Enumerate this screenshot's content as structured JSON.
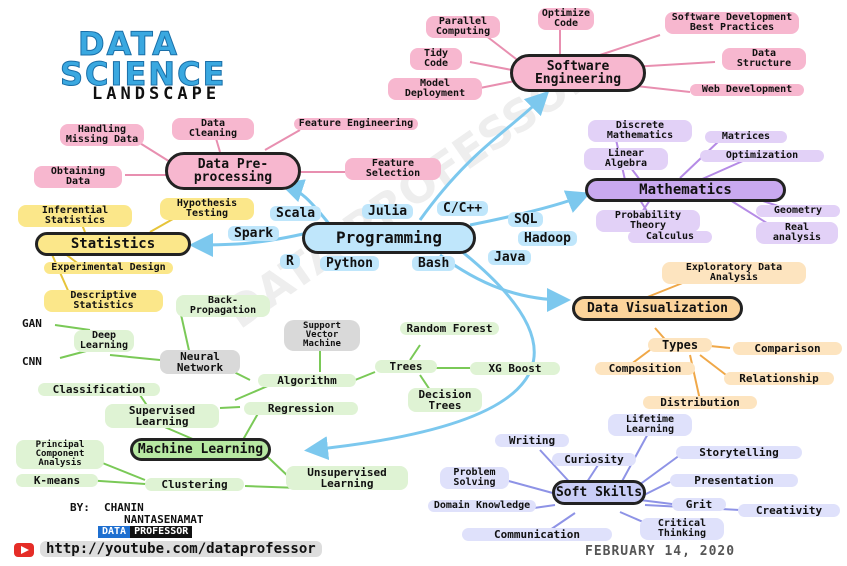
{
  "title": {
    "line1": "DATA",
    "line2": "SCIENCE",
    "line3": "LANDSCAPE"
  },
  "colors": {
    "pink": "#f7b7cf",
    "blue": "#bfe6fb",
    "purple": "#c9a9f0",
    "orange": "#fcd49b",
    "yellow": "#fbe78a",
    "green": "#b7e8a2",
    "gray": "#d9d9d9",
    "indigo": "#c9cdf7",
    "arrow_blue": "#7cc8ee",
    "title_blue": "#3aa8e0"
  },
  "nodes": {
    "programming": "Programming",
    "scala": "Scala",
    "julia": "Julia",
    "cpp": "C/C++",
    "sql": "SQL",
    "spark": "Spark",
    "hadoop": "Hadoop",
    "r": "R",
    "python": "Python",
    "bash": "Bash",
    "java": "Java",
    "software_engineering": "Software Engineering",
    "parallel_computing": "Parallel Computing",
    "optimize_code": "Optimize Code",
    "software_dev_best": "Software Development Best Practices",
    "tidy_code": "Tidy Code",
    "data_structure": "Data Structure",
    "model_deployment": "Model Deployment",
    "web_development": "Web Development",
    "data_preprocessing": "Data Pre-processing",
    "handling_missing": "Handling Missing Data",
    "data_cleaning": "Data Cleaning",
    "feature_engineering": "Feature Engineering",
    "obtaining_data": "Obtaining Data",
    "feature_selection": "Feature Selection",
    "mathematics": "Mathematics",
    "discrete_math": "Discrete Mathematics",
    "matrices": "Matrices",
    "linear_algebra": "Linear Algebra",
    "optimization": "Optimization",
    "probability_theory": "Probability Theory",
    "geometry": "Geometry",
    "calculus": "Calculus",
    "real_analysis": "Real analysis",
    "statistics": "Statistics",
    "inferential_statistics": "Inferential Statistics",
    "hypothesis_testing": "Hypothesis Testing",
    "experimental_design": "Experimental Design",
    "descriptive_statistics": "Descriptive Statistics",
    "data_visualization": "Data Visualization",
    "exploratory_data_analysis": "Exploratory Data Analysis",
    "types": "Types",
    "comparison": "Comparison",
    "composition": "Composition",
    "relationship": "Relationship",
    "distribution": "Distribution",
    "machine_learning": "Machine Learning",
    "algorithm": "Algorithm",
    "trees": "Trees",
    "random_forest": "Random Forest",
    "xgboost": "XG Boost",
    "decision_trees": "Decision Trees",
    "svm": "Support Vector Machine",
    "neural_network": "Neural Network",
    "backpropagation": "Back-Propagation",
    "deep_learning": "Deep Learning",
    "gan": "GAN",
    "cnn": "CNN",
    "classification": "Classification",
    "supervised_learning": "Supervised Learning",
    "regression": "Regression",
    "unsupervised_learning": "Unsupervised Learning",
    "clustering": "Clustering",
    "pca": "Principal Component Analysis",
    "kmeans": "K-means",
    "soft_skills": "Soft Skills",
    "writing": "Writing",
    "curiosity": "Curiosity",
    "lifetime_learning": "Lifetime Learning",
    "storytelling": "Storytelling",
    "problem_solving": "Problem Solving",
    "presentation": "Presentation",
    "domain_knowledge": "Domain Knowledge",
    "grit": "Grit",
    "creativity": "Creativity",
    "critical_thinking": "Critical Thinking",
    "communication": "Communication"
  },
  "footer": {
    "by_label": "BY:",
    "author_first": "CHANIN",
    "author_last": "NANTASENAMAT",
    "brand_left": "DATA",
    "brand_right": "PROFESSOR",
    "url": "http://youtube.com/dataprofessor",
    "date": "FEBRUARY 14, 2020",
    "watermark": "DATA PROFESSOR",
    "youtube_icon": "play-icon"
  }
}
